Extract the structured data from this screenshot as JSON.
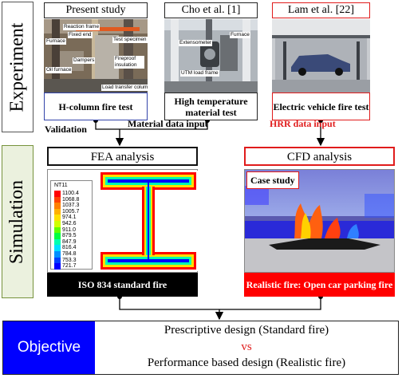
{
  "sections": {
    "experiment": "Experiment",
    "simulation": "Simulation"
  },
  "experiments": [
    {
      "title": "Present study",
      "caption": "H-column fire test",
      "photo_labels": [
        "Reaction frame",
        "Fixed end",
        "Dampers",
        "Test specimen",
        "Furnace",
        "Fireproof insulation",
        "Load transfer column",
        "Oil furnace"
      ]
    },
    {
      "title": "Cho et al. [1]",
      "caption": "High temperature material test",
      "photo_labels": [
        "Extensometer",
        "Furnace",
        "UTM load frame"
      ]
    },
    {
      "title": "Lam et al. [22]",
      "caption": "Electric vehicle fire test",
      "photo_labels": []
    }
  ],
  "connectors": {
    "validation": "Validation",
    "material_data": "Material data input",
    "hrr_data": "HRR data input"
  },
  "simulations": {
    "fea": {
      "title": "FEA analysis",
      "bar": "ISO 834 standard fire",
      "legend_title": "NT11",
      "legend": [
        {
          "value": "1100.4",
          "color": "#ff0000"
        },
        {
          "value": "1068.8",
          "color": "#ff4000"
        },
        {
          "value": "1037.3",
          "color": "#ff8000"
        },
        {
          "value": "1005.7",
          "color": "#ffb000"
        },
        {
          "value": "974.1",
          "color": "#ffe000"
        },
        {
          "value": "942.6",
          "color": "#d0ff00"
        },
        {
          "value": "911.0",
          "color": "#60ff00"
        },
        {
          "value": "879.5",
          "color": "#00ff40"
        },
        {
          "value": "847.9",
          "color": "#00ffb0"
        },
        {
          "value": "816.4",
          "color": "#00e0ff"
        },
        {
          "value": "784.8",
          "color": "#0090ff"
        },
        {
          "value": "753.3",
          "color": "#0040ff"
        },
        {
          "value": "721.7",
          "color": "#0000ff"
        }
      ]
    },
    "cfd": {
      "title": "CFD analysis",
      "case_label": "Case study",
      "bar": "Realistic fire: Open car parking fire"
    }
  },
  "objective": {
    "label": "Objective",
    "line1": "Prescriptive design (Standard fire)",
    "vs": "vs",
    "line2": "Performance based design (Realistic fire)"
  },
  "colors": {
    "red": "#e01c1c",
    "blue": "#0000ff",
    "simulation_fill": "#ebf1de",
    "caption_blue_border": "#3344aa"
  }
}
